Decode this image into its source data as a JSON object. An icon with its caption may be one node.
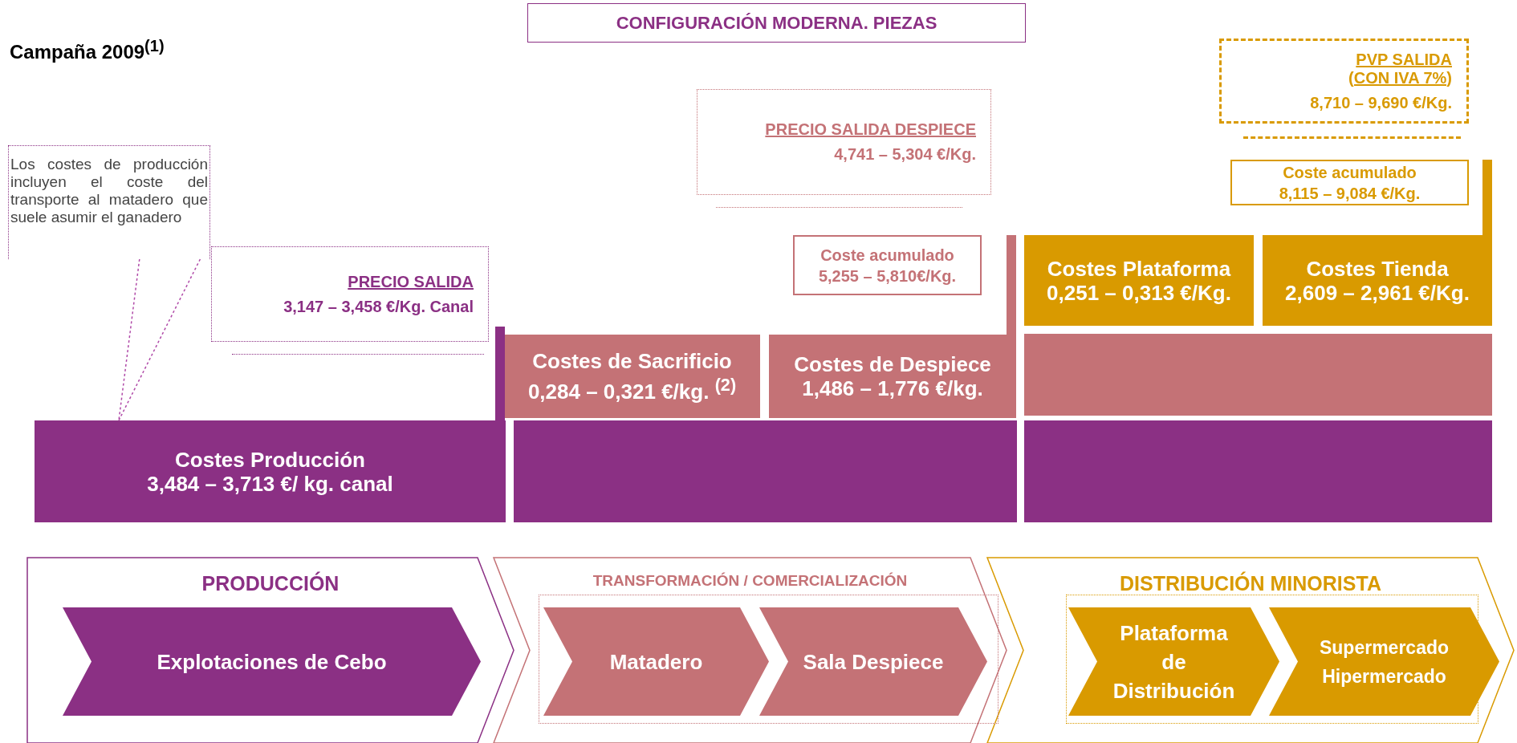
{
  "diagram": {
    "title": "Campaña 2009$^{(1)}$",
    "nodes": [
      {
        "text": [
          "CONFIGURACIÓN MODERNA. PIEZAS"
        ]
      },
      {
        "text": [
          "PVP SALIDA (CON IVA 7%)",
          "8,710 – 9,690 €/Kg."
        ]
      },
      {
        "text": [
          "PRECIO SALIDA DESPIECE",
          "4,741 – 5,304 €/Kg."
        ]
      },
      {
        "text": [
          "Los costes de producción incluyen el coste del transporte al matadero que suele asumir el ganadero"
        ]
      },
      {
        "text": [
          "Coste acumulado",
          "8,115 – 9,084 €/Kg."
        ]
      },
      {
        "text": [
          "Coste acumulado",
          "5,255 – 5,810€/Kg."
        ]
      },
      {
        "text": [
          "Costes Plataforma",
          "0,251 – 0,313 €/Kg."
        ]
      },
      {
        "text": [
          "Costes Tienda",
          "2,609 – 2,961 €/Kg."
        ]
      },
      {
        "text": [
          "PRECIO SALIDA",
          "3,147 – 3,458 €/Kg. Canal"
        ]
      },
      {
        "text": [
          "Costes de Sacrificio",
          "0,284 – 0,321 €/kg. $^{(2)}$"
        ]
      },
      {
        "text": [
          "Costes de Despiece",
          "1,486 – 1,776 €/kg."
        ]
      },
      {
        "text": [],
        "shape": "bar"
      },
      {
        "text": [
          "Costes Producción",
          "3,484 – 3,713 €/ kg. canal"
        ]
      },
      {
        "text": [],
        "shape": "bar"
      },
      {
        "text": [],
        "shape": "bar"
      },
      {
        "text": [
          "PRODUCCIÓN"
        ]
      },
      {
        "text": [
          "Explotaciones de Cebo"
        ],
        "in": 15
      },
      {
        "text": [
          "TRANSFORMACIÓN / COMERCIALIZACIÓN"
        ]
      },
      {
        "text": [
          "Matadero"
        ],
        "in": 17
      },
      {
        "text": [
          "Sala Despiece"
        ],
        "in": 17
      },
      {
        "text": [
          "DISTRIBUCIÓN MINORISTA"
        ]
      },
      {
        "text": [
          "Plataforma de Distribución"
        ],
        "in": 20
      },
      {
        "text": [
          "Supermercado Hipermercado"
        ],
        "in": 20
      }
    ],
    "edges": [
      {
        "from": 3,
        "to": 12,
        "arrow": "none",
        "style": "dashed"
      }
    ]
  }
}
